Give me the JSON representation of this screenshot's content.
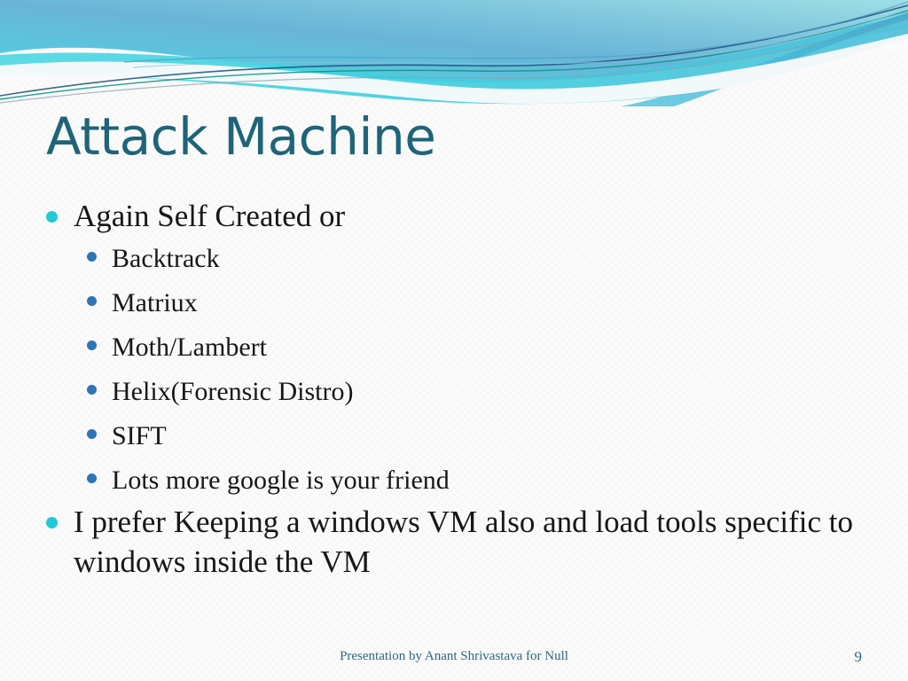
{
  "slide": {
    "title": "Attack Machine",
    "page_number": "9",
    "footer": "Presentation by Anant Shrivastava for Null",
    "colors": {
      "title": "#1f6478",
      "bullet_level1": "#21c9d6",
      "bullet_level2": "#2e75b6",
      "footer": "#29697f",
      "body_text": "#171717",
      "wave_cyan": "#45d5e0",
      "wave_blue": "#64b4d8",
      "wave_teal_line": "#0d7a6e",
      "wave_navy_line": "#1f4e79",
      "background": "#fbfbfb"
    },
    "content": [
      {
        "level": 1,
        "text": "Again Self Created or"
      },
      {
        "level": 2,
        "text": "Backtrack"
      },
      {
        "level": 2,
        "text": "Matriux"
      },
      {
        "level": 2,
        "text": "Moth/Lambert"
      },
      {
        "level": 2,
        "text": "Helix(Forensic Distro)"
      },
      {
        "level": 2,
        "text": "SIFT"
      },
      {
        "level": 2,
        "text": "Lots more google is your friend"
      },
      {
        "level": 1,
        "text": "I prefer Keeping a windows VM also and load tools specific to windows inside the VM"
      }
    ]
  }
}
